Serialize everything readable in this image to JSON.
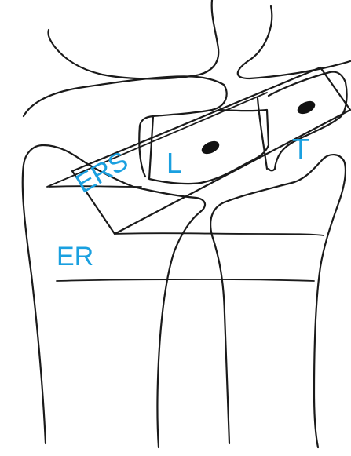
{
  "labels": {
    "ers": "ERS",
    "l": "L",
    "t": "T",
    "er": "ER"
  },
  "colors": {
    "label": "#1aa0e0",
    "ink": "#1a1a1a",
    "background": "#ffffff"
  }
}
